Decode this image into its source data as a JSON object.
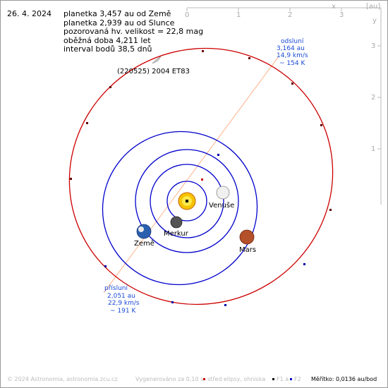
{
  "header": {
    "date": "26. 4. 2024",
    "lines": [
      "planetka 3,457 au od Země",
      "planetka 2,939 au od Slunce",
      "pozorovaná hv. velikost = 22,8 mag",
      "oběžná doba 4,211 let",
      "interval bodů 38,5 dnů"
    ]
  },
  "axes": {
    "x_ticks": [
      "0",
      "1",
      "2",
      "3"
    ],
    "x_label": "x",
    "y_ticks": [
      "3",
      "2",
      "1"
    ],
    "y_label": "y",
    "unit": "[au]"
  },
  "asteroid": {
    "label": "(220525) 2004 ET83"
  },
  "aphelion": {
    "lines": [
      "odsluní",
      "3,164 au",
      "14,9 km/s",
      "~ 154 K"
    ]
  },
  "perihelion": {
    "lines": [
      "přísluní",
      "2,051 au",
      "22,9 km/s",
      "~ 191 K"
    ]
  },
  "planets": {
    "venus": "Venuše",
    "mercury": "Merkur",
    "earth": "Země",
    "mars": "Mars"
  },
  "footer": {
    "copyright": "© 2024 Astronomia, astronomia.zcu.cz",
    "generated": "Vygenerováno za 0,10 s",
    "legend_center": "střed elipsy, ohniska",
    "legend_f1": "F1 a",
    "legend_f2": "F2",
    "scale": "Měřítko: 0,0136 au/bod"
  },
  "colors": {
    "asteroid_orbit": "#cc0000",
    "planet_orbit": "#0000cc",
    "apsis_line": "#ffa070",
    "axis": "#bbbbbb",
    "label_blue": "#1a4ad6"
  }
}
